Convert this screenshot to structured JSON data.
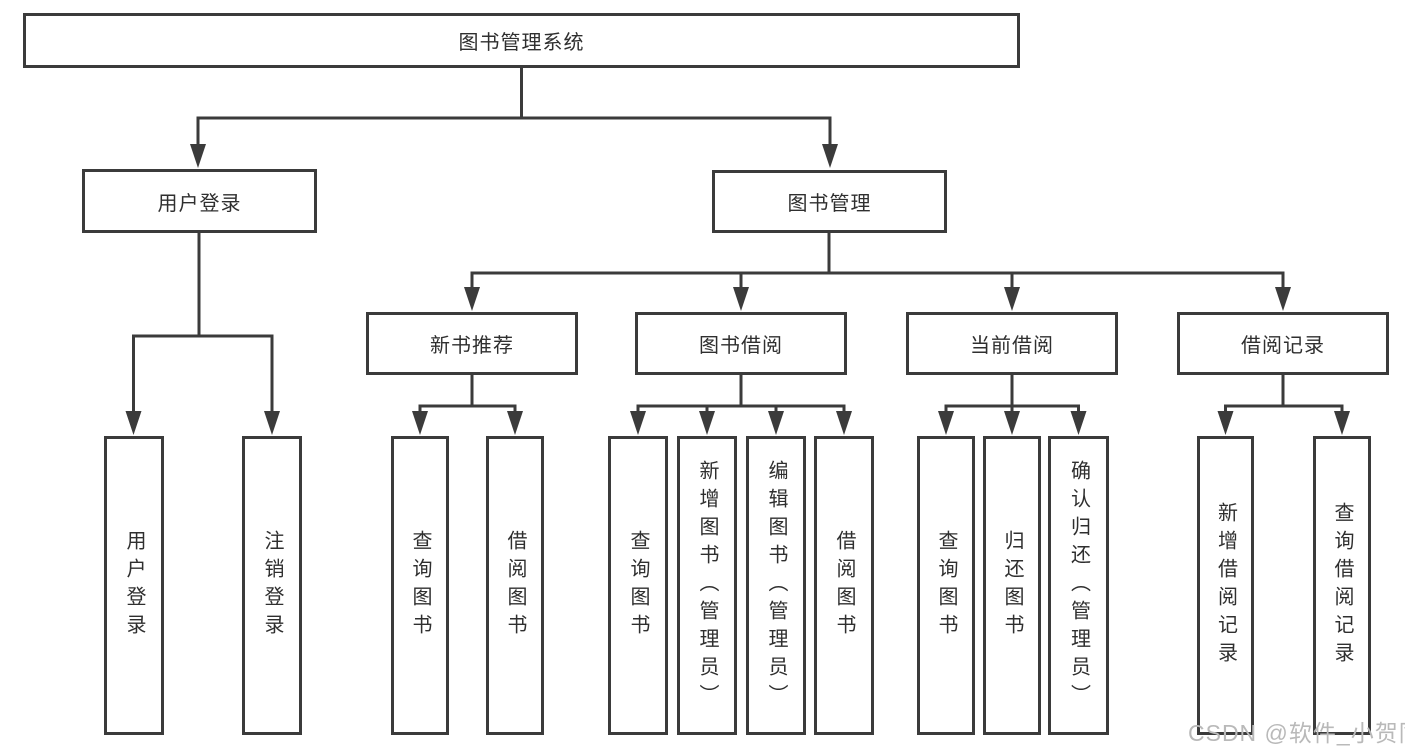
{
  "tree": {
    "root": {
      "label": "图书管理系统"
    },
    "branches": [
      {
        "label": "用户登录",
        "children": [
          {
            "label": "用户登录"
          },
          {
            "label": "注销登录"
          }
        ]
      },
      {
        "label": "图书管理",
        "groups": [
          {
            "label": "新书推荐",
            "children": [
              {
                "label": "查询图书"
              },
              {
                "label": "借阅图书"
              }
            ]
          },
          {
            "label": "图书借阅",
            "children": [
              {
                "label": "查询图书"
              },
              {
                "label": "新增图书（管理员）"
              },
              {
                "label": "编辑图书（管理员）"
              },
              {
                "label": "借阅图书"
              }
            ]
          },
          {
            "label": "当前借阅",
            "children": [
              {
                "label": "查询图书"
              },
              {
                "label": "归还图书"
              },
              {
                "label": "确认归还（管理员）"
              }
            ]
          },
          {
            "label": "借阅记录",
            "children": [
              {
                "label": "新增借阅记录"
              },
              {
                "label": "查询借阅记录"
              }
            ]
          }
        ]
      }
    ]
  },
  "watermark": {
    "text": "CSDN @软件_小贺同学"
  },
  "colors": {
    "line": "#3b3b3b",
    "text": "#2f2f2f",
    "box_background": "#ffffff",
    "watermark": "#b9b9b9"
  }
}
